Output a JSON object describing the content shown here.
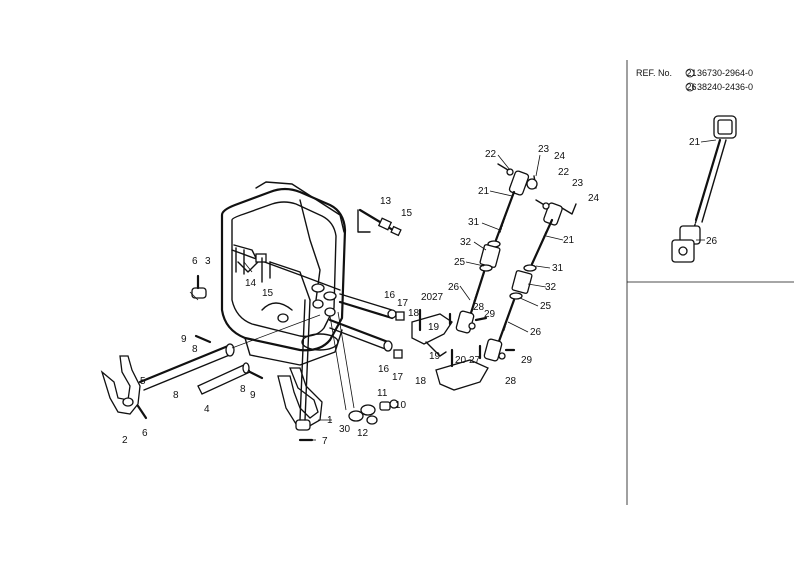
{
  "ref_box": {
    "prefix": "REF. No.",
    "rows": [
      {
        "marker": "21",
        "number": "36730-2964-0"
      },
      {
        "marker": "26",
        "number": "38240-2436-0"
      }
    ],
    "inset_callouts": [
      "21",
      "26"
    ]
  },
  "callouts": {
    "c1": "1",
    "c2": "2",
    "c3": "3",
    "c4": "4",
    "c5": "5",
    "c6a": "6",
    "c6b": "6",
    "c7": "7",
    "c8a": "8",
    "c8b": "8",
    "c8c": "8",
    "c9a": "9",
    "c9b": "9",
    "c10": "10",
    "c11": "11",
    "c12": "12",
    "c13": "13",
    "c14": "14",
    "c15a": "15",
    "c15b": "15",
    "c16a": "16",
    "c16b": "16",
    "c17a": "17",
    "c17b": "17",
    "c18a": "18",
    "c18b": "18",
    "c19a": "19",
    "c19b": "19",
    "c20a": "20",
    "c20b": "20",
    "c21a": "21",
    "c21b": "21",
    "c22a": "22",
    "c22b": "22",
    "c23a": "23",
    "c23b": "23",
    "c24a": "24",
    "c24b": "24",
    "c25a": "25",
    "c25b": "25",
    "c26a": "26",
    "c26b": "26",
    "c27a": "27",
    "c27b": "27",
    "c28a": "28",
    "c28b": "28",
    "c29a": "29",
    "c29b": "29",
    "c30": "30",
    "c31a": "31",
    "c31b": "31",
    "c32a": "32",
    "c32b": "32"
  }
}
